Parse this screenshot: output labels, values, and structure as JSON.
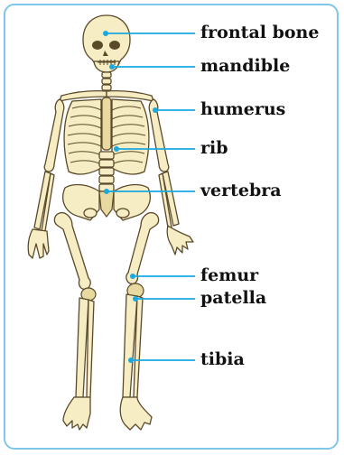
{
  "labels": [
    {
      "id": "frontal-bone",
      "text": "frontal bone"
    },
    {
      "id": "mandible",
      "text": "mandible"
    },
    {
      "id": "humerus",
      "text": "humerus"
    },
    {
      "id": "rib",
      "text": "rib"
    },
    {
      "id": "vertebra",
      "text": "vertebra"
    },
    {
      "id": "femur",
      "text": "femur"
    },
    {
      "id": "patella",
      "text": "patella"
    },
    {
      "id": "tibia",
      "text": "tibia"
    }
  ],
  "colors": {
    "frame": "#7ec6ea",
    "leader": "#1aa8e0",
    "bone_fill": "#f6edc4",
    "bone_outline": "#5a4a2a"
  }
}
